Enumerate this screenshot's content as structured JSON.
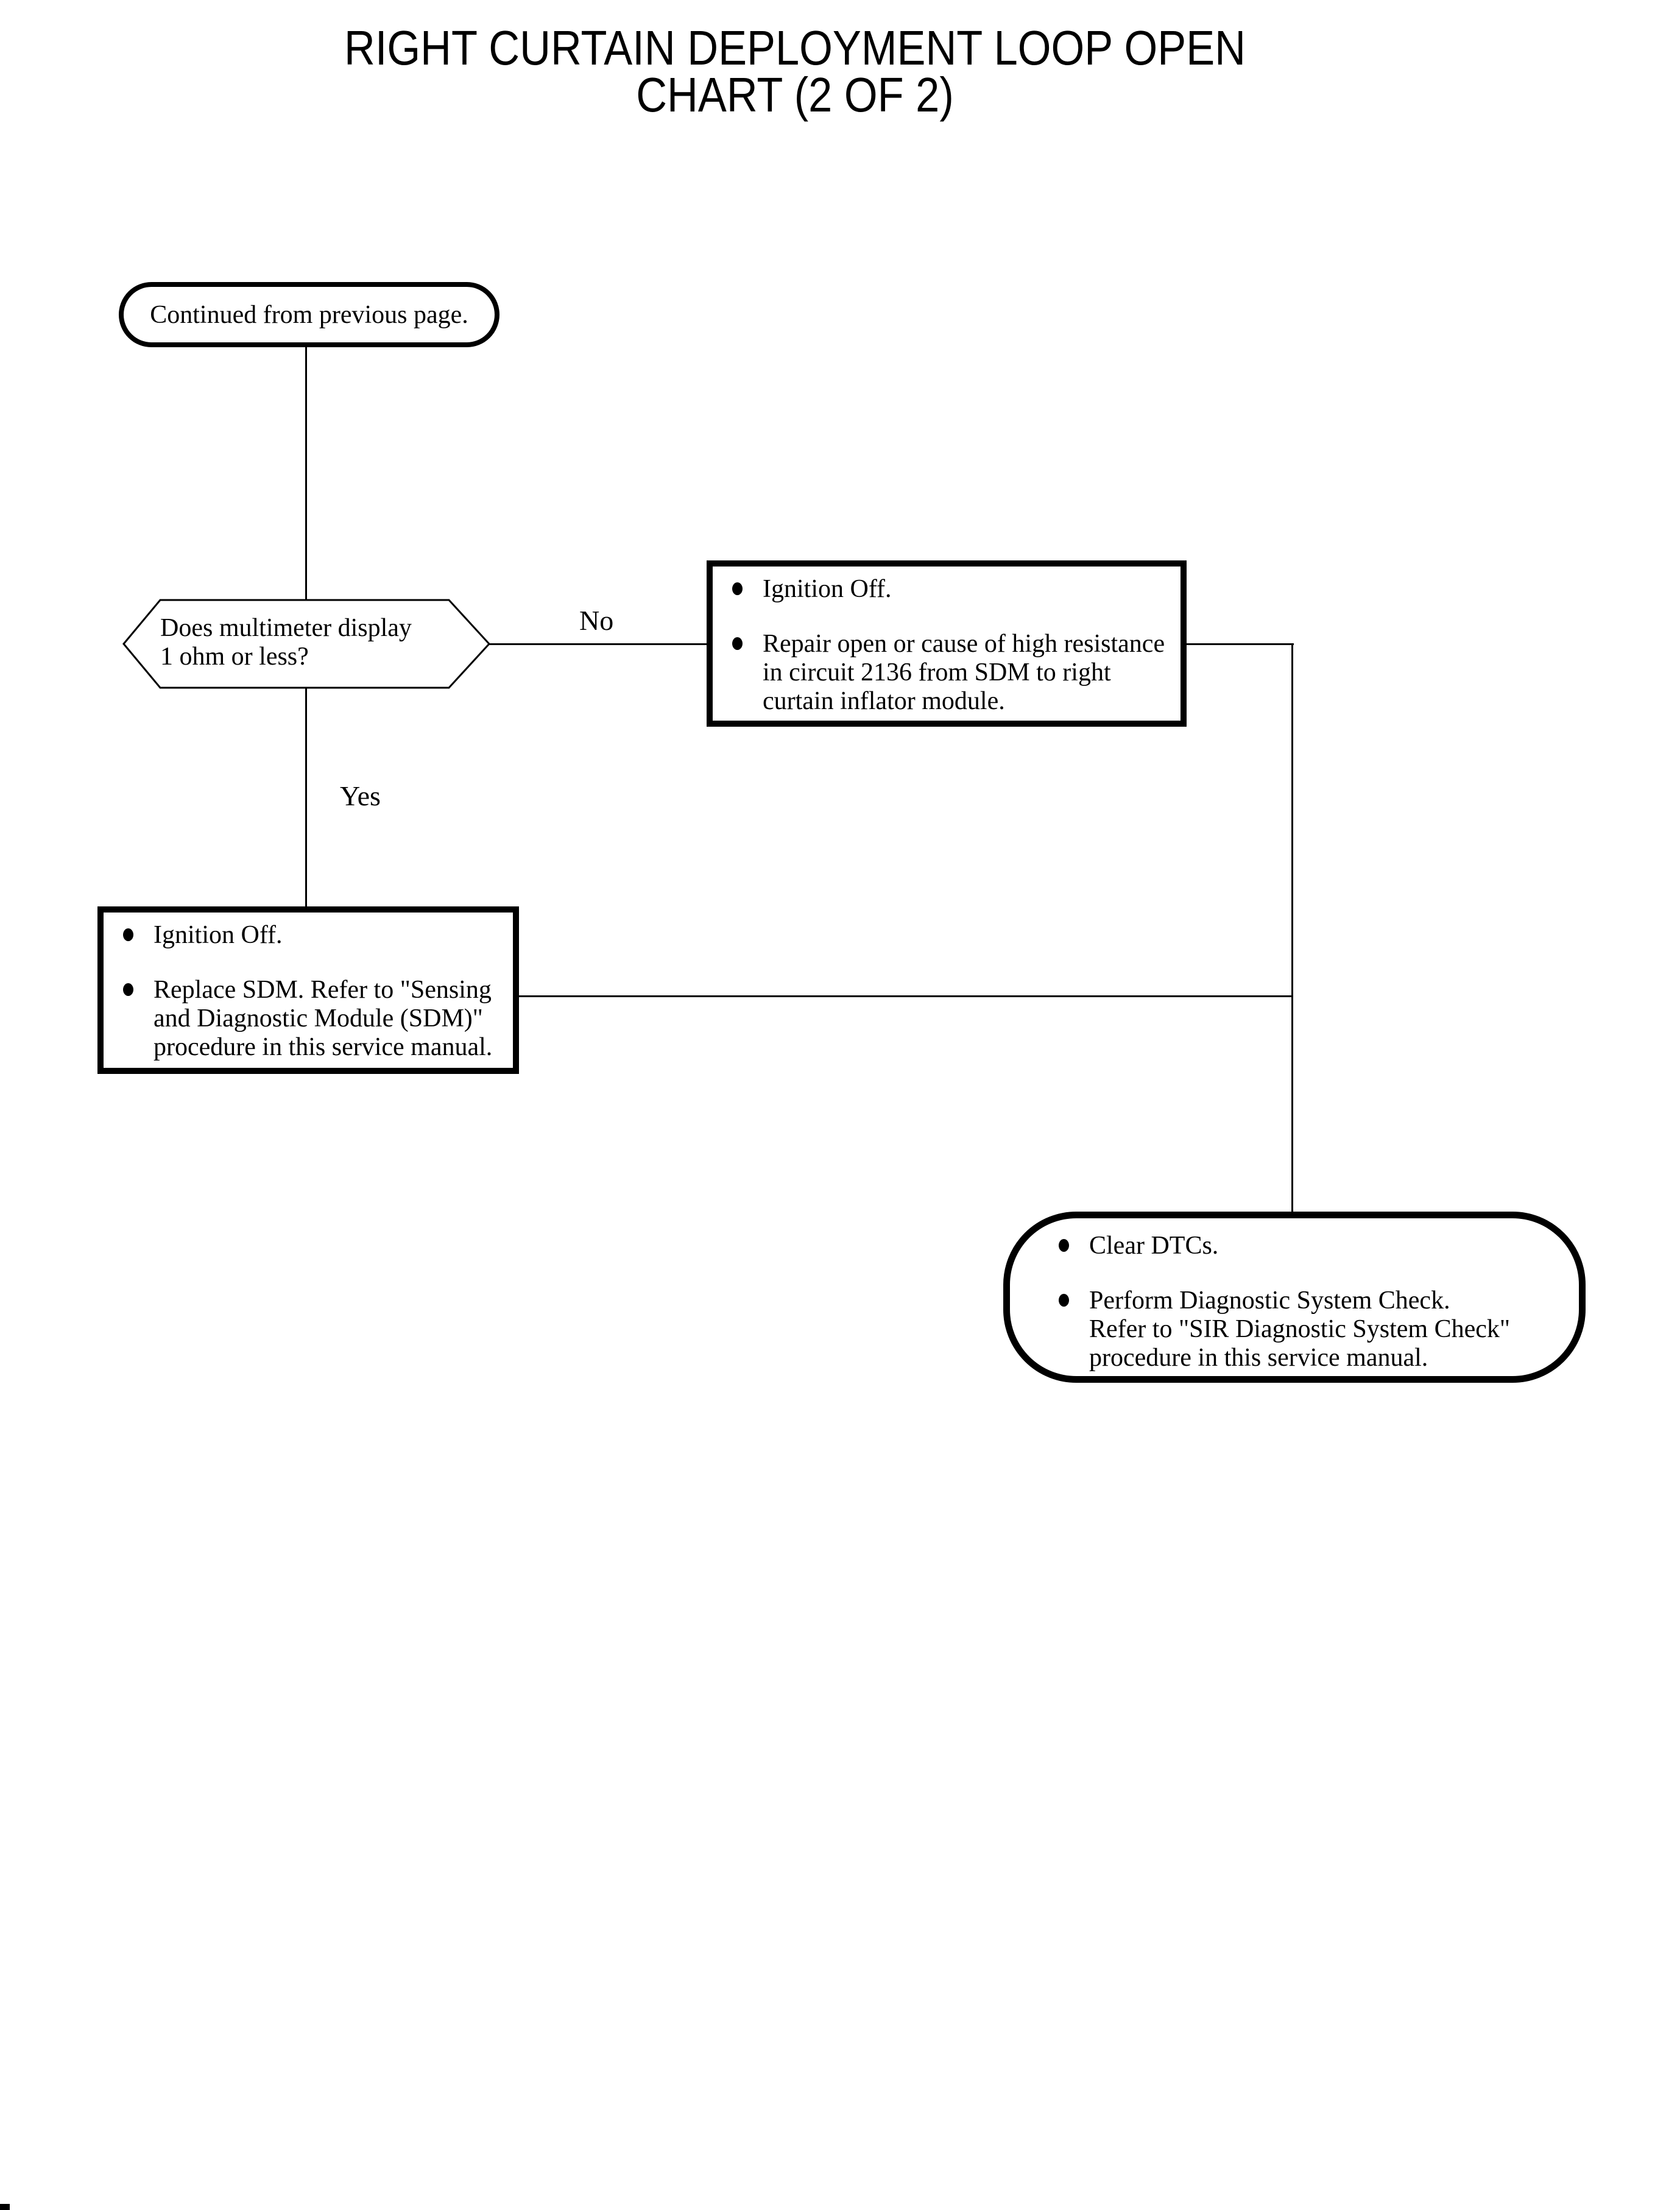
{
  "title": {
    "line1": "RIGHT CURTAIN DEPLOYMENT LOOP OPEN",
    "line2": "CHART (2 OF 2)"
  },
  "nodes": {
    "start": {
      "text": "Continued from previous page."
    },
    "decision": {
      "question_lines": [
        "Does multimeter display",
        "1 ohm or less?"
      ]
    },
    "no_action": {
      "items": [
        [
          "Ignition Off."
        ],
        [
          "Repair open or cause of high resistance",
          "in circuit 2136 from SDM to right",
          "curtain inflator module."
        ]
      ]
    },
    "yes_action": {
      "items": [
        [
          "Ignition Off."
        ],
        [
          "Replace SDM.  Refer to \"Sensing",
          "and Diagnostic Module (SDM)\"",
          "procedure in this service manual."
        ]
      ]
    },
    "end": {
      "items": [
        [
          "Clear DTCs."
        ],
        [
          "Perform Diagnostic System Check.",
          "Refer to \"SIR Diagnostic System Check\"",
          "procedure in this service manual."
        ]
      ]
    }
  },
  "edges": {
    "no_label": "No",
    "yes_label": "Yes"
  },
  "colors": {
    "ink": "#000000",
    "background": "#ffffff"
  }
}
